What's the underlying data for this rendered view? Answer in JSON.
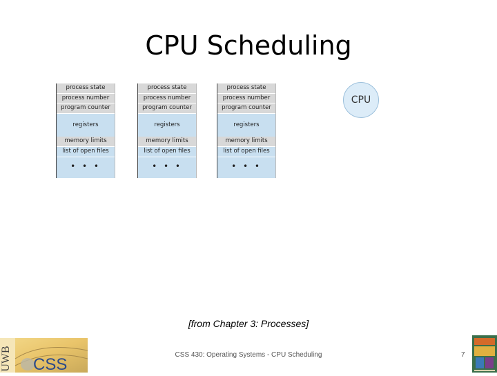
{
  "slide": {
    "title": "CPU Scheduling",
    "caption": "[from Chapter 3: Processes]",
    "footer": "CSS 430: Operating Systems - CPU Scheduling",
    "page_number": "7"
  },
  "pcbs": [
    {
      "fields": [
        "process state",
        "process number",
        "program counter",
        "registers",
        "memory limits",
        "list of open files",
        "• • •"
      ]
    },
    {
      "fields": [
        "process state",
        "process number",
        "program counter",
        "registers",
        "memory limits",
        "list of open files",
        "• • •"
      ]
    },
    {
      "fields": [
        "process state",
        "process number",
        "program counter",
        "registers",
        "memory limits",
        "list of open files",
        "• • •"
      ]
    }
  ],
  "cpu": {
    "label": "CPU"
  },
  "logo": {
    "text": "CSS",
    "side_text": "UWB"
  },
  "colors": {
    "pcb_gray": "#d8d8d8",
    "pcb_blue": "#c8dff0",
    "cpu_fill": "#dcecf8",
    "cpu_border": "#9cc0dc"
  }
}
